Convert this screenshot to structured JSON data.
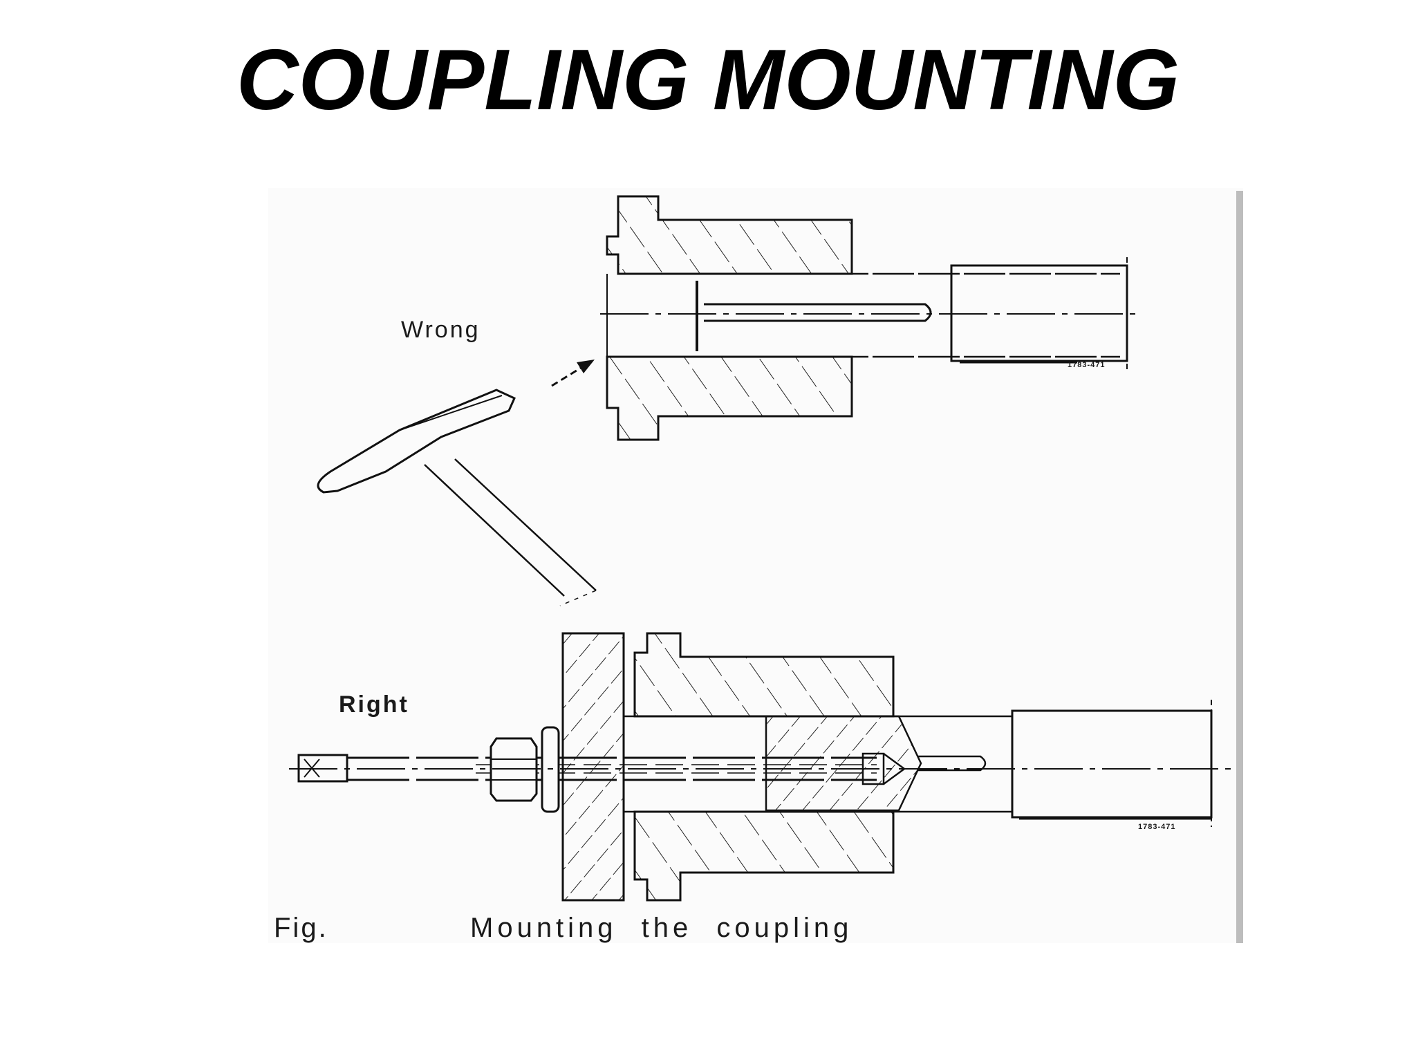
{
  "title": "COUPLING MOUNTING",
  "figure": {
    "label_wrong": "Wrong",
    "label_right": "Right",
    "caption_fig": "Fig.",
    "caption_text": "Mounting the coupling",
    "ref_code_top": "1783-471",
    "ref_code_bottom": "1783-471"
  }
}
